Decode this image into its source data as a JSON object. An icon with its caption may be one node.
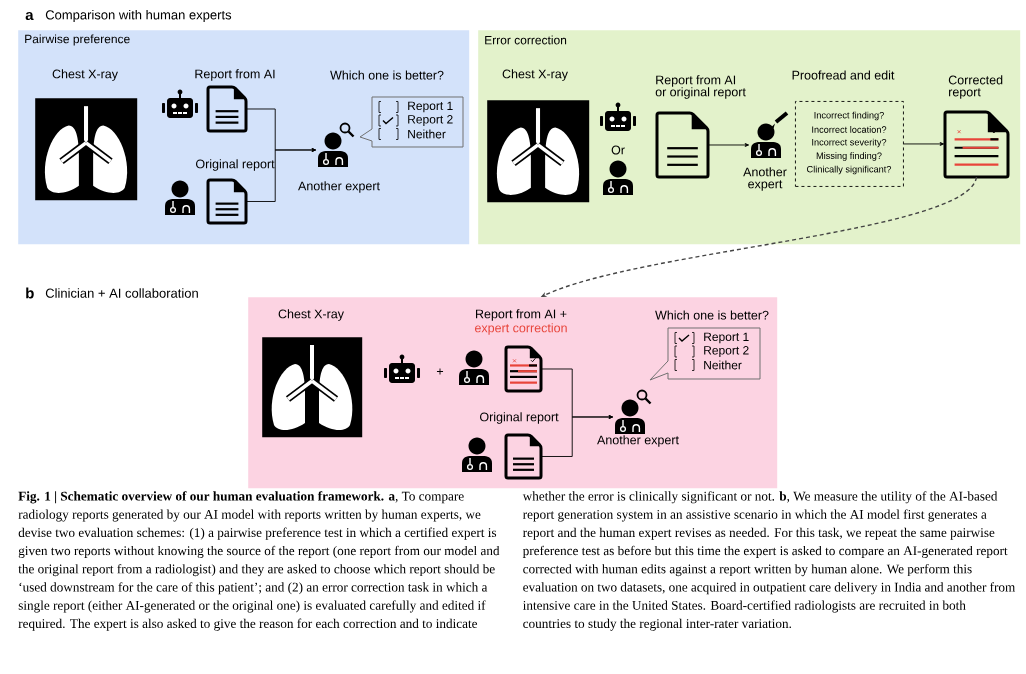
{
  "diagram": {
    "caption": "**Fig. 1 | Schematic overview of our human evaluation framework. a**, To compare radiology reports generated by our AI model with reports written by human experts, we devise two evaluation schemes: (1) a pairwise preference test in which a certified expert is given two reports without knowing the source of the report (one report from our model and the original report from a radiologist) and they are asked to choose which report should be ‘used downstream for the care of this patient’; and (2) an error correction task in which a single report (either AI-generated or the original one) is evaluated carefully and edited if required. The expert is also asked to give the reason for each correction and to indicate whether the error is clinically significant or not. **b**, We measure the utility of the AI-based report generation system in an assistive scenario in which the AI model first generates a report and the human expert revises as needed. For this task, we repeat the same pairwise preference test as before but this time the expert is asked to compare an AI-generated report corrected with human edits against a report written by human alone. We perform this evaluation on two datasets, one acquired in outpatient care delivery in India and another from intensive care in the United States. Board-certified radiologists are recruited in both countries to study the regional inter-rater variation.",
    "nodes": [
      {
        "text": [
          "Pairwise preference"
        ]
      },
      {
        "text": [
          "Chest X-ray"
        ],
        "in": 0
      },
      {
        "text": [
          "Report from AI"
        ],
        "in": 0
      },
      {
        "text": [
          "Original report"
        ],
        "in": 0
      },
      {
        "text": [
          "Another expert"
        ],
        "in": 0
      },
      {
        "text": [
          "Which one is better?",
          "Report 1",
          "Report 2",
          "Neither"
        ],
        "in": 0
      },
      {
        "text": [
          "Error correction"
        ]
      },
      {
        "text": [
          "Chest X-ray"
        ],
        "in": 6
      },
      {
        "text": [
          "Report from AI or original report"
        ],
        "in": 6
      },
      {
        "text": [
          "Another expert"
        ],
        "in": 6
      },
      {
        "text": [
          "Proofread and edit",
          "Incorrect finding?",
          "Incorrect location?",
          "Incorrect severity?",
          "Missing finding?",
          "Clinically significant?"
        ],
        "in": 6
      },
      {
        "text": [
          "Corrected report"
        ],
        "in": 6
      },
      {
        "text": [],
        "shape": "box"
      },
      {
        "text": [
          "Chest X-ray"
        ],
        "in": 12
      },
      {
        "text": [
          "Report from AI +",
          "expert correction"
        ],
        "in": 12
      },
      {
        "text": [
          "Original report"
        ],
        "in": 12
      },
      {
        "text": [
          "Another expert"
        ],
        "in": 12
      },
      {
        "text": [
          "Which one is better?",
          "Report 1",
          "Report 2",
          "Neither"
        ],
        "in": 12
      }
    ],
    "edges": [
      {
        "from": 2,
        "to": 4,
        "arrow": "to"
      },
      {
        "from": 3,
        "to": 4,
        "arrow": "to"
      },
      {
        "from": 8,
        "to": 9,
        "arrow": "to"
      },
      {
        "from": 10,
        "to": 11,
        "arrow": "to"
      },
      {
        "from": 11,
        "to": 12,
        "arrow": "to",
        "style": "dashed",
        "color": "#444444"
      },
      {
        "from": 14,
        "to": 16,
        "arrow": "to"
      },
      {
        "from": 15,
        "to": 16,
        "arrow": "to"
      }
    ],
    "labels": [
      "a",
      "Comparison with human experts",
      "Or",
      "b",
      "Clinician + AI collaboration",
      "+"
    ]
  }
}
